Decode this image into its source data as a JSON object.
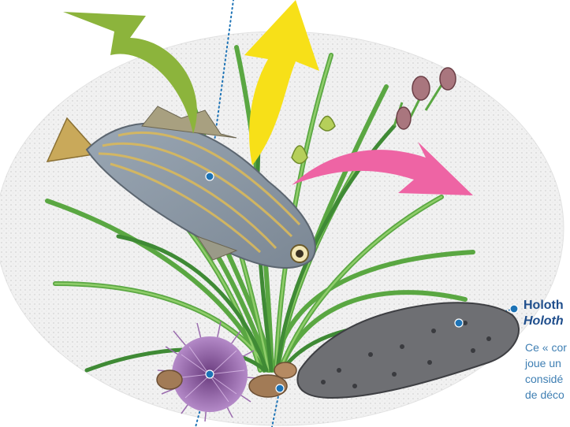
{
  "callout": {
    "title": "Holoth",
    "latin": "Holoth",
    "lines": [
      "Ce « cor",
      "joue un",
      "considé",
      "de déco"
    ]
  },
  "colors": {
    "arrow_green": "#8cb43c",
    "arrow_yellow": "#f7e018",
    "arrow_pink": "#ee64a4",
    "leader_blue": "#1d73b6",
    "title_blue": "#1f4e8c",
    "text_blue": "#3f7fb3"
  },
  "icons": [
    "fish",
    "sea-urchin",
    "sea-cucumber",
    "seagrass",
    "flower-buds",
    "rhizome"
  ]
}
